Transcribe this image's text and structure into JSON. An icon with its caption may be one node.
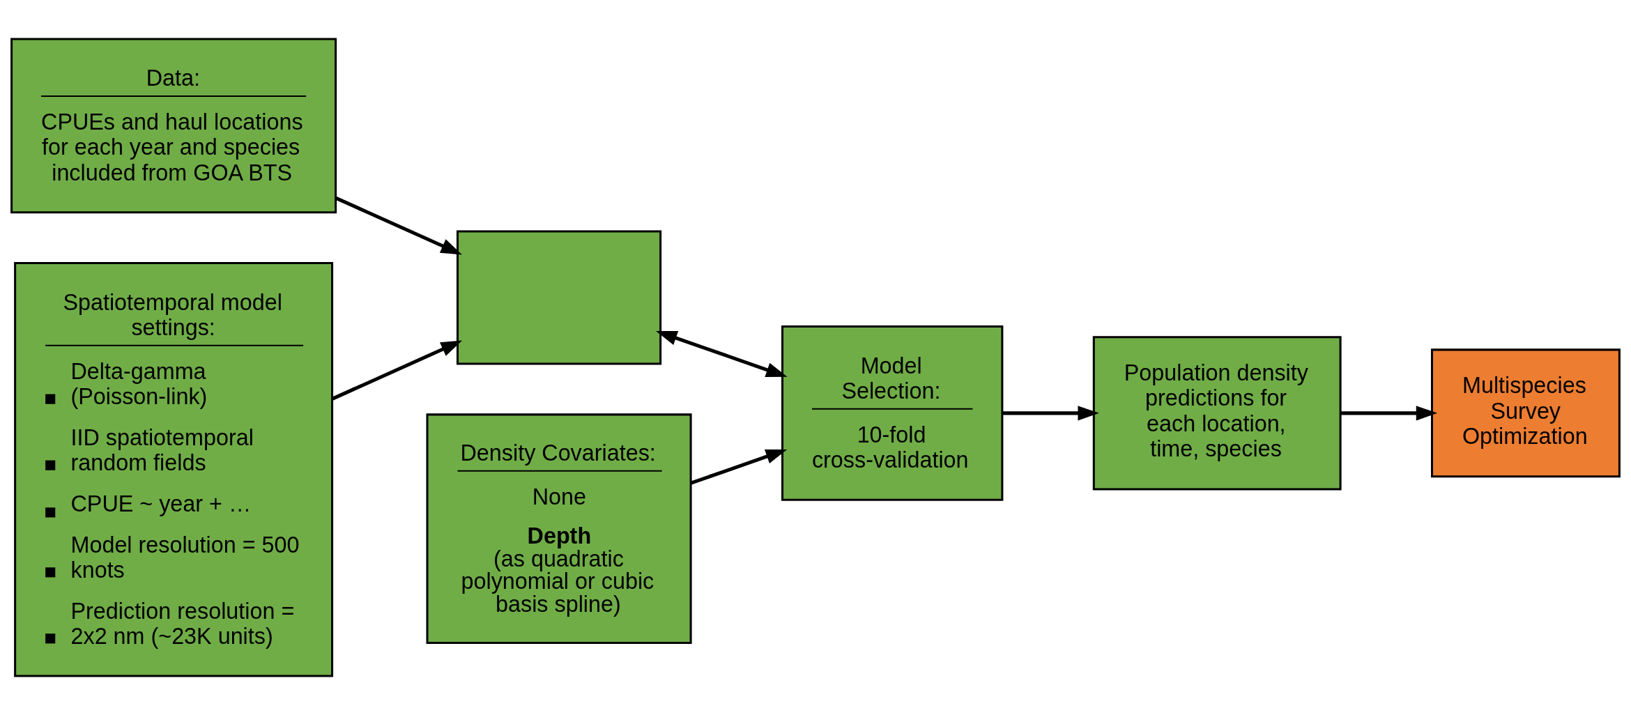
{
  "diagram": {
    "nodes": [
      {
        "text": [
          "Data:",
          "CPUEs and haul locations for each year and species included from GOA BTS"
        ]
      },
      {
        "text": [
          "Spatiotemporal model settings:",
          "Delta-gamma (Poisson-link)",
          "IID spatiotemporal random fields",
          "CPUE ~ year + …",
          "Model resolution = 500 knots",
          "Prediction resolution = 2x2 nm (~23K units)"
        ]
      },
      {
        "text": [
          "Density Covariates:",
          "None",
          "**Depth** (as quadratic polynomial or cubic basis spline)"
        ]
      },
      {
        "text": [],
        "shape": "box"
      },
      {
        "text": [
          "Model Selection:",
          "10-fold cross-validation"
        ]
      },
      {
        "text": [
          "Population density predictions for each location, time, species"
        ]
      },
      {
        "text": [
          "Multispecies Survey Optimization"
        ]
      }
    ],
    "edges": [
      {
        "from": 0,
        "to": 3,
        "arrow": "to"
      },
      {
        "from": 1,
        "to": 3,
        "arrow": "to"
      },
      {
        "from": 2,
        "to": 4,
        "arrow": "to"
      },
      {
        "from": 3,
        "to": 4,
        "arrow": "both"
      },
      {
        "from": 4,
        "to": 5,
        "arrow": "to"
      },
      {
        "from": 5,
        "to": 6,
        "arrow": "to"
      }
    ]
  }
}
